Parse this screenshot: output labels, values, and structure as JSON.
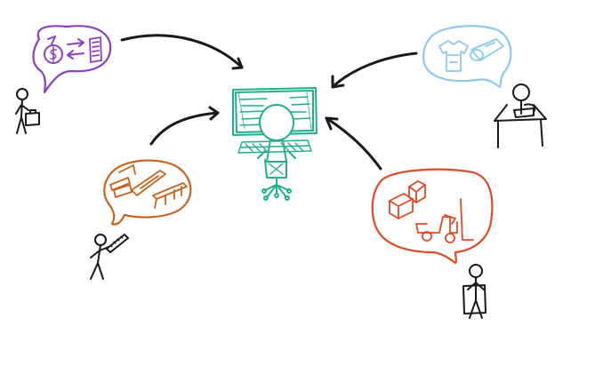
{
  "diagram": {
    "central": {
      "name": "computer-workstation",
      "color": "#1fb08a"
    },
    "arrow_color": "#1a1a1a",
    "nodes": [
      {
        "name": "finance-person",
        "bubble_icons": [
          "money-bag-icon",
          "exchange-arrows-icon",
          "document-icon"
        ],
        "color": "#8a3fc2"
      },
      {
        "name": "tailor-person",
        "bubble_icons": [
          "shirt-icon",
          "fabric-roll-icon"
        ],
        "color": "#8ec8ee"
      },
      {
        "name": "carpenter-person",
        "bubble_icons": [
          "lumber-icon",
          "plank-icon",
          "table-icon"
        ],
        "color": "#c8641e"
      },
      {
        "name": "warehouse-person",
        "bubble_icons": [
          "boxes-icon",
          "forklift-icon"
        ],
        "color": "#e04a24"
      }
    ]
  }
}
